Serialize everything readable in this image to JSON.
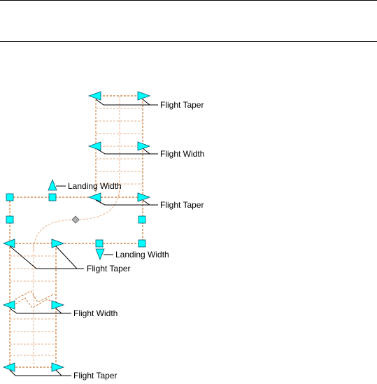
{
  "colors": {
    "grip_fill": "#00FFFF",
    "grip_stroke": "#005a6e",
    "stair_outline": "#C87832",
    "stair_tread": "#E8B088",
    "center_grip": "#B0B0B0",
    "leader": "#000000"
  },
  "icons": {
    "square_grip": "square-grip-icon",
    "arrow_grip": "triangle-arrow-grip-icon",
    "center_grip": "diamond-grip-icon"
  },
  "labels": {
    "flight_taper_top": "Flight Taper",
    "flight_width_upper": "Flight Width",
    "landing_width_upper": "Landing Width",
    "flight_taper_mid": "Flight Taper",
    "landing_width_lower": "Landing Width",
    "flight_taper_lower": "Flight Taper",
    "flight_width_lower": "Flight Width",
    "flight_taper_bottom": "Flight Taper"
  }
}
